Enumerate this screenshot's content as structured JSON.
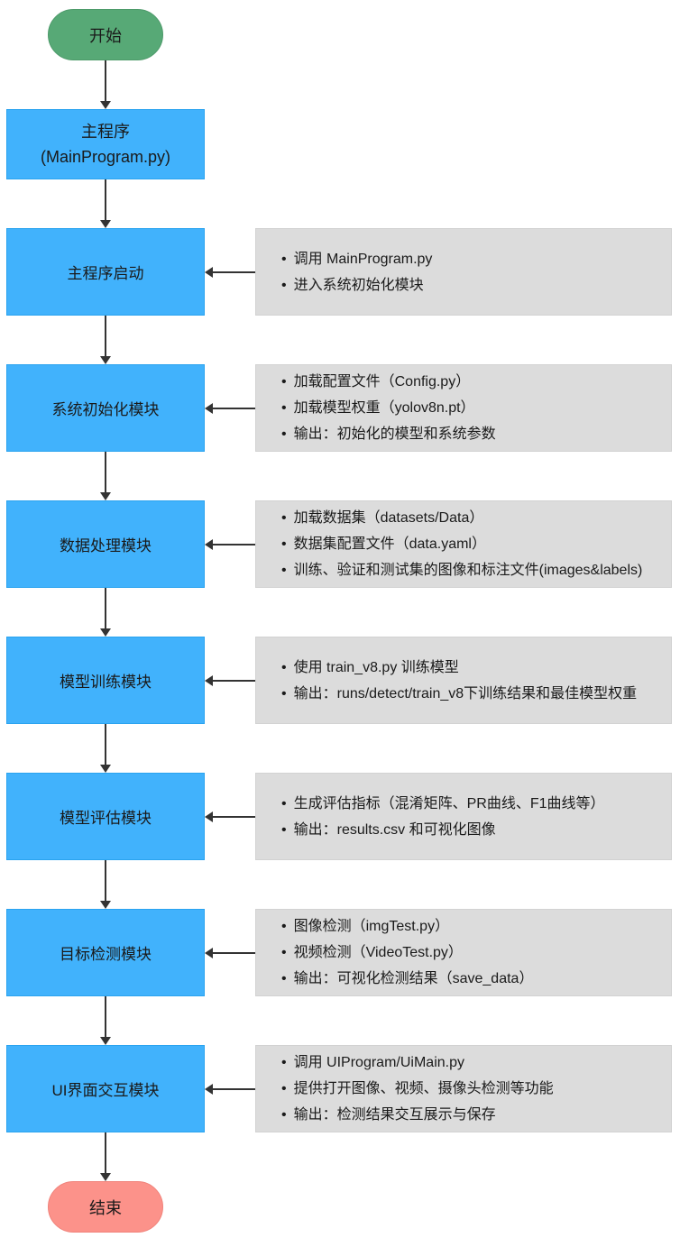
{
  "colors": {
    "start_fill": "#57A976",
    "start_edge": "#4D9A6A",
    "process_fill": "#41B2FC",
    "process_edge": "#2AA3EF",
    "note_fill": "#DCDCDC",
    "note_edge": "#D2D2D2",
    "end_fill": "#FC928A",
    "end_edge": "#F0837B",
    "arrow": "#333333"
  },
  "flowchart": {
    "start": {
      "label": "开始"
    },
    "main_program": {
      "line1": "主程序",
      "line2": "(MainProgram.py)"
    },
    "steps": [
      {
        "label": "主程序启动",
        "notes": [
          "调用 MainProgram.py",
          "进入系统初始化模块"
        ]
      },
      {
        "label": "系统初始化模块",
        "notes": [
          "加载配置文件（Config.py）",
          "加载模型权重（yolov8n.pt）",
          "输出：初始化的模型和系统参数"
        ]
      },
      {
        "label": "数据处理模块",
        "notes": [
          "加载数据集（datasets/Data）",
          "数据集配置文件（data.yaml）",
          "训练、验证和测试集的图像和标注文件(images&labels)"
        ]
      },
      {
        "label": "模型训练模块",
        "notes": [
          "使用 train_v8.py 训练模型",
          "输出：runs/detect/train_v8下训练结果和最佳模型权重"
        ]
      },
      {
        "label": "模型评估模块",
        "notes": [
          "生成评估指标（混淆矩阵、PR曲线、F1曲线等）",
          "输出：results.csv 和可视化图像"
        ]
      },
      {
        "label": "目标检测模块",
        "notes": [
          "图像检测（imgTest.py）",
          "视频检测（VideoTest.py）",
          "输出：可视化检测结果（save_data）"
        ]
      },
      {
        "label": "UI界面交互模块",
        "notes": [
          "调用 UIProgram/UiMain.py",
          "提供打开图像、视频、摄像头检测等功能",
          "输出：检测结果交互展示与保存"
        ]
      }
    ],
    "end": {
      "label": "结束"
    }
  }
}
